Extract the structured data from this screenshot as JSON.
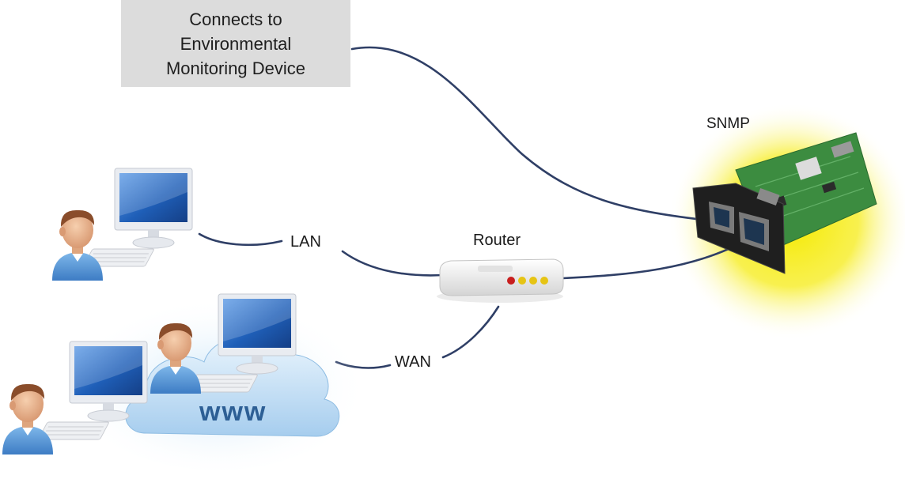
{
  "callout": {
    "lines": [
      "Connects to",
      "Environmental",
      "Monitoring Device"
    ]
  },
  "labels": {
    "snmp": "SNMP",
    "router": "Router",
    "lan": "LAN",
    "wan": "WAN",
    "cloud": "www"
  },
  "colors": {
    "cable": "#2f3f66",
    "callout_bg": "#dcdcdc",
    "glow": "#f2e400",
    "cloud": "#a9d0ee",
    "board": "#3a8a3e",
    "monitor_screen": "#1f5fb8"
  },
  "icons": [
    "user-icon",
    "computer-icon",
    "router-icon",
    "snmp-card-icon",
    "cloud-icon"
  ]
}
